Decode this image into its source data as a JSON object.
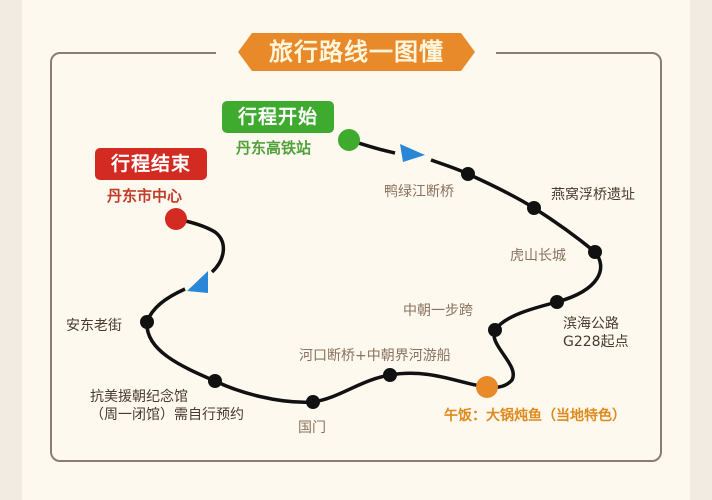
{
  "title": "旅行路线一图懂",
  "colors": {
    "title_bg": "#e8892a",
    "start": "#3eaa2e",
    "end": "#d32a22",
    "lunch": "#e8892a",
    "route_line": "#111111",
    "arrow": "#2a86d6",
    "frame_border": "#8c7d72",
    "background": "#fdf9ee"
  },
  "start": {
    "tag": "行程开始",
    "place": "丹东高铁站",
    "icon": "green-circle-marker"
  },
  "end": {
    "tag": "行程结束",
    "place": "丹东市中心",
    "icon": "red-circle-marker"
  },
  "stops": [
    {
      "name": "鸭绿江断桥"
    },
    {
      "name": "燕窝浮桥遗址"
    },
    {
      "name": "虎山长城"
    },
    {
      "name": "滨海公路",
      "name2": "G228起点"
    },
    {
      "name": "中朝一步跨"
    },
    {
      "name": "午饭：大锅炖鱼（当地特色）",
      "type": "lunch"
    },
    {
      "name": "河口断桥+中朝界河游船"
    },
    {
      "name": "国门"
    },
    {
      "name": "抗美援朝纪念馆",
      "name2": "（周一闭馆）需自行预约"
    },
    {
      "name": "安东老街"
    }
  ],
  "icons": {
    "direction_arrow": "blue-triangle-arrow",
    "stop_marker": "black-dot"
  }
}
